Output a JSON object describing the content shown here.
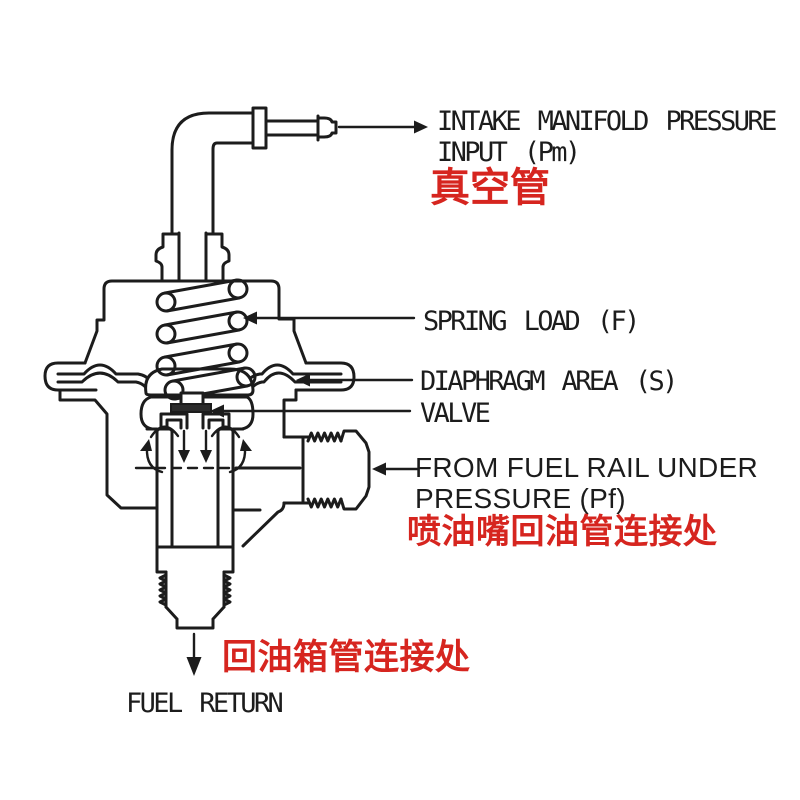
{
  "colors": {
    "ink": "#1c1c1c",
    "annotation_red": "#d6251f",
    "background": "#ffffff"
  },
  "labels": {
    "intake_line1": "INTAKE MANIFOLD PRESSURE",
    "intake_line2": "INPUT (Pm)",
    "intake_cn": "真空管",
    "spring": "SPRING LOAD (F)",
    "diaphragm": "DIAPHRAGM AREA (S)",
    "valve": "VALVE",
    "fuel_rail_line1": "FROM FUEL RAIL UNDER",
    "fuel_rail_line2": "PRESSURE (Pf)",
    "fuel_rail_cn": "喷油嘴回油管连接处",
    "return_cn": "回油箱管连接处",
    "fuel_return": "FUEL RETURN"
  },
  "parts": [
    "vacuum-elbow-fitting",
    "upper-housing-dome",
    "coil-spring",
    "spring-seat-plate",
    "diaphragm-assembly",
    "valve",
    "lower-housing",
    "fuel-inlet-fitting",
    "fuel-return-fitting",
    "flow-arrows"
  ]
}
